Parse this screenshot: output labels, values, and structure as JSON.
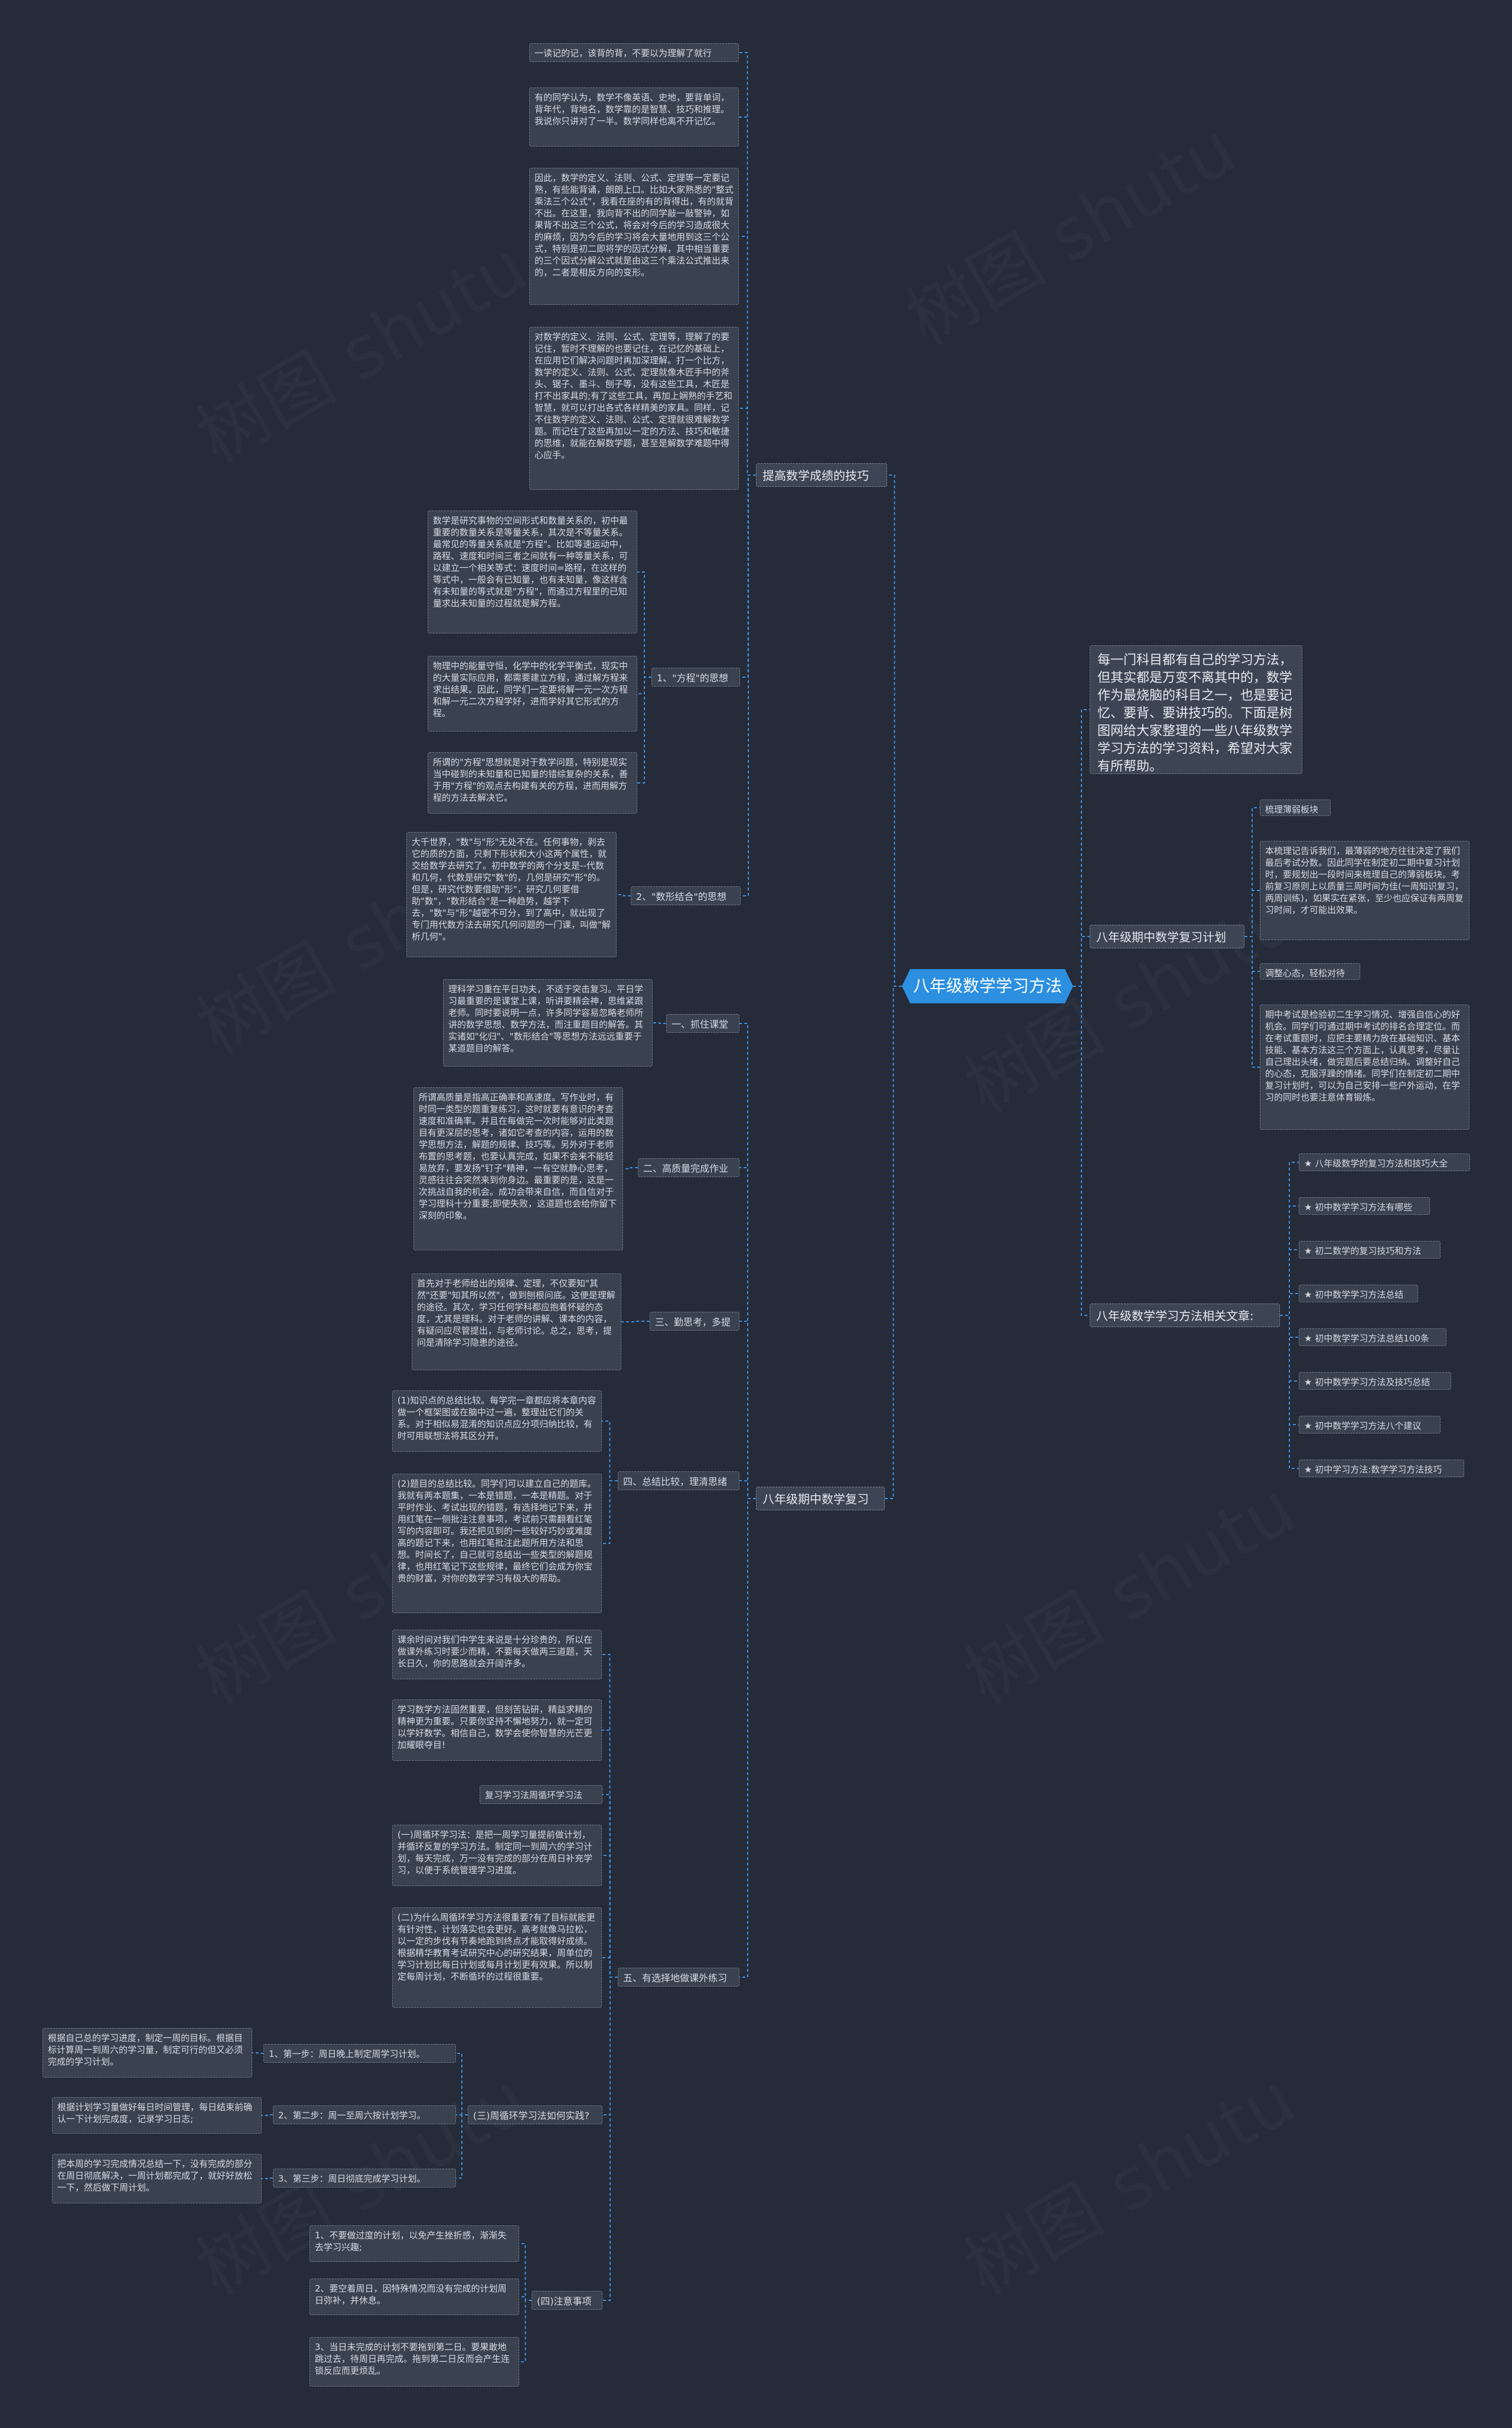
{
  "root": "八年级数学学习方法",
  "intro": "每一门科目都有自己的学习方法，但其实都是万变不离其中的，数学作为最烧脑的科目之一，也是要记忆、要背、要讲技巧的。下面是树图网给大家整理的一些八年级数学学习方法的学习资料，希望对大家有所帮助。",
  "left": {
    "b1": {
      "label": "提高数学成绩的技巧",
      "items": [
        "一读记的记，该背的背，不要以为理解了就行",
        "有的同学认为，数学不像英语、史地，要背单词，背年代，背地名，数学靠的是智慧、技巧和推理。我说你只讲对了一半。数学同样也离不开记忆。",
        "因此，数学的定义、法则、公式、定理等一定要记熟，有些能背诵，朗朗上口。比如大家熟悉的\"整式乘法三个公式\"，我看在座的有的背得出，有的就背不出。在这里，我向背不出的同学敲一敲警钟，如果背不出这三个公式，将会对今后的学习造成很大的麻烦，因为今后的学习将会大量地用到这三个公式，特别是初二即将学的因式分解，其中相当重要的三个因式分解公式就是由这三个乘法公式推出来的，二者是相反方向的变形。",
        "对数学的定义、法则、公式、定理等，理解了的要记住，暂时不理解的也要记住，在记忆的基础上，在应用它们解决问题时再加深理解。打一个比方，数学的定义、法则、公式、定理就像木匠手中的斧头、锯子、墨斗、刨子等，没有这些工具，木匠是打不出家具的;有了这些工具，再加上娴熟的手艺和智慧，就可以打出各式各样精美的家具。同样，记不住数学的定义、法则、公式、定理就很难解数学题。而记住了这些再加以一定的方法、技巧和敏捷的思维，就能在解数学题，甚至是解数学难题中得心应手。"
      ],
      "subs": [
        {
          "label": "1、\"方程\"的思想",
          "items": [
            "数学是研究事物的空间形式和数量关系的，初中最重要的数量关系是等量关系，其次是不等量关系。最常见的等量关系就是\"方程\"。比如等速运动中，路程、速度和时间三者之间就有一种等量关系，可以建立一个相关等式：速度时间=路程，在这样的等式中，一般会有已知量，也有未知量，像这样含有未知量的等式就是\"方程\"，而通过方程里的已知量求出未知量的过程就是解方程。",
            "物理中的能量守恒，化学中的化学平衡式，现实中的大量实际应用，都需要建立方程，通过解方程来求出结果。因此，同学们一定要将解一元一次方程和解一元二次方程学好，进而学好其它形式的方程。",
            "所谓的\"方程\"思想就是对于数学问题，特别是现实当中碰到的未知量和已知量的错综复杂的关系，善于用\"方程\"的观点去构建有关的方程，进而用解方程的方法去解决它。"
          ]
        },
        {
          "label": "2、\"数形结合\"的思想",
          "items": [
            "大千世界，\"数\"与\"形\"无处不在。任何事物，剥去它的质的方面，只剩下形状和大小这两个属性，就交给数学去研究了。初中数学的两个分支是--代数和几何，代数是研究\"数\"的，几何是研究\"形\"的。但是，研究代数要借助\"形\"，研究几何要借助\"数\"，\"数形结合\"是一种趋势，越学下去，\"数\"与\"形\"越密不可分，到了高中，就出现了专门用代数方法去研究几何问题的一门课，叫做\"解析几何\"。"
          ]
        }
      ]
    },
    "b2": {
      "label": "八年级期中数学复习",
      "subs": [
        {
          "label": "一、抓住课堂",
          "items": [
            "理科学习重在平日功夫，不适于突击复习。平日学习最重要的是课堂上课，听讲要精会神，思维紧跟老师。同时要说明一点，许多同学容易忽略老师所讲的数学思想、数学方法，而注重题目的解答。其实诸如\"化归\"、\"数形结合\"等思想方法远远重要于某道题目的解答。"
          ]
        },
        {
          "label": "二、高质量完成作业",
          "items": [
            "所谓高质量是指高正确率和高速度。写作业时，有时同一类型的题重复练习，这时就要有意识的考查速度和准确率。并且在每做完一次时能够对此类题目有更深层的思考，诸如它考查的内容，运用的数学思想方法，解题的规律、技巧等。另外对于老师布置的思考题，也要认真完成，如果不会来不能轻易放弃，要发扬\"钉子\"精神，一有空就静心思考，灵感往往会突然来到你身边。最重要的是，这是一次挑战自我的机会。成功会带来自信，而自信对于学习理科十分重要;即使失败，这道题也会给你留下深刻的印象。"
          ]
        },
        {
          "label": "三、勤思考，多提问",
          "items": [
            "首先对于老师给出的规律、定理，不仅要知\"其然\"还要\"知其所以然\"，做到刨根问底。这便是理解的途径。其次，学习任何学科都应抱着怀疑的态度，尤其是理科。对于老师的讲解、课本的内容，有疑问应尽管提出，与老师讨论。总之，思考，提问是清除学习隐患的途径。"
          ]
        },
        {
          "label": "四、总结比较，理清思绪",
          "items": [
            "(1)知识点的总结比较。每学完一章都应将本章内容做一个框架图或在脑中过一遍，整理出它们的关系。对于相似易混淆的知识点应分项归纳比较，有时可用联想法将其区分开。",
            "(2)题目的总结比较。同学们可以建立自己的题库。我就有两本题集，一本是错题，一本是精题。对于平时作业、考试出现的错题，有选择地记下来，并用红笔在一侧批注注意事项，考试前只需翻看红笔写的内容即可。我还把见到的一些较好巧妙或难度高的题记下来，也用红笔批注此题所用方法和思想。时间长了，自己就可总结出一些类型的解题规律，也用红笔记下这些规律，最终它们会成为你宝贵的财富，对你的数学学习有极大的帮助。"
          ]
        },
        {
          "label": "五、有选择地做课外练习",
          "items": [
            "课余时间对我们中学生来说是十分珍贵的，所以在做课外练习时要少而精，不要每天做两三道题，天长日久，你的思路就会开阔许多。",
            "学习数学方法固然重要，但刻苦钻研，精益求精的精神更为重要。只要你坚持不懈地努力，就一定可以学好数学。相信自己，数学会使你智慧的光芒更加耀眼夺目!",
            "复习学习法周循环学习法",
            "(一)周循环学习法：是把一周学习量提前做计划，并循环反复的学习方法。制定同一到周六的学习计划，每天完成，万一没有完成的部分在周日补充学习，以便于系统管理学习进度。",
            "(二)为什么周循环学习方法很重要?有了目标就能更有针对性，计划落实也会更好。高考就像马拉松，以一定的步伐有节奏地跑到终点才能取得好成绩。根据精华教育考试研究中心的研究结果，周单位的学习计划比每日计划或每月计划更有效果。所以制定每周计划，不断循环的过程很重要。"
          ],
          "nested": [
            {
              "label": "(三)周循环学习法如何实践?",
              "steps": [
                {
                  "label": "1、第一步：周日晚上制定周学习计划。",
                  "detail": "根据自己总的学习进度，制定一周的目标。根据目标计算周一到周六的学习量，制定可行的但又必须完成的学习计划。"
                },
                {
                  "label": "2、第二步：周一至周六按计划学习。",
                  "detail": "根据计划学习量做好每日时间管理，每日结束前确认一下计划完成度，记录学习日志;"
                },
                {
                  "label": "3、第三步：周日彻底完成学习计划。",
                  "detail": "把本周的学习完成情况总结一下，没有完成的部分在周日彻底解决，一周计划都完成了，就好好放松一下，然后做下周计划。"
                }
              ]
            },
            {
              "label": "(四)注意事项",
              "items": [
                "1、不要做过度的计划，以免产生挫折感，渐渐失去学习兴趣;",
                "2、要空着周日，因特殊情况而没有完成的计划周日弥补，并休息。",
                "3、当日未完成的计划不要拖到第二日。要果敢地跳过去，待周日再完成。拖到第二日反而会产生连锁反应而更烦乱。"
              ]
            }
          ]
        }
      ]
    }
  },
  "right": {
    "b3": {
      "label": "八年级期中数学复习计划",
      "items": [
        "梳理薄弱板块",
        "本梳理记告诉我们，最薄弱的地方往往决定了我们最后考试分数。因此同学在制定初二期中复习计划时，要规划出一段时间来梳理自己的薄弱板块。考前复习原则上以质量三周时间为佳(一周知识复习，两周训练)，如果实在紧张，至少也应保证有两周复习时间，才可能出效果。",
        "调整心态，轻松对待",
        "期中考试是检验初二生学习情况、增强自信心的好机会。同学们可通过期中考试的排名合理定位。而在考试重题时，应把主要精力放在基础知识、基本技能、基本方法这三个方面上，认真思考，尽量让自己理出头绪，做完题后要总结归纳。调整好自己的心态，克服浮躁的情绪。同学们在制定初二期中复习计划时，可以为自己安排一些户外运动，在学习的同时也要注意体育锻炼。"
      ]
    },
    "b4": {
      "label": "八年级数学学习方法相关文章:",
      "items": [
        "★ 八年级数学的复习方法和技巧大全",
        "★ 初中数学学习方法有哪些",
        "★ 初二数学的复习技巧和方法",
        "★ 初中数学学习方法总结",
        "★ 初中数学学习方法总结100条",
        "★ 初中数学学习方法及技巧总结",
        "★ 初中数学学习方法八个建议",
        "★ 初中学习方法:数学学习方法技巧"
      ]
    }
  },
  "colors": {
    "background": "#252b38",
    "root": "#2d8fe0",
    "node": "#3a4250",
    "line": "#3c8ee0"
  }
}
